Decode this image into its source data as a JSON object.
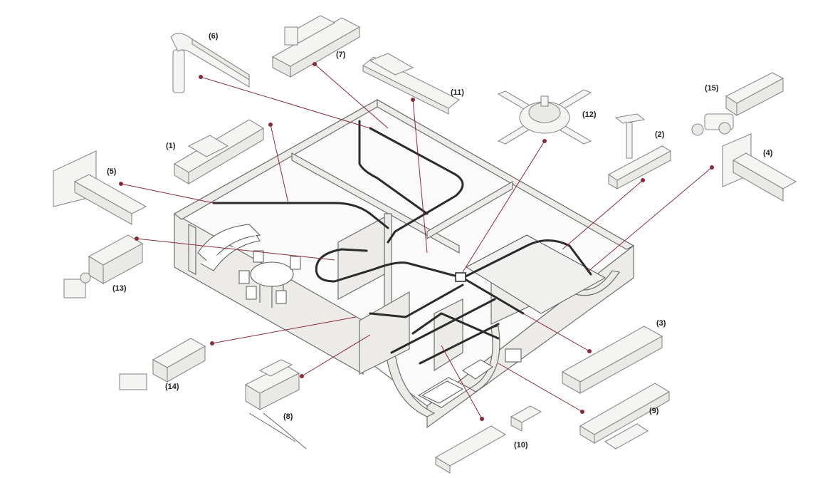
{
  "diagram": {
    "labels": [
      "(1)",
      "(2)",
      "(3)",
      "(4)",
      "(5)",
      "(6)",
      "(7)",
      "(8)",
      "(9)",
      "(10)",
      "(11)",
      "(12)",
      "(13)",
      "(14)",
      "(15)"
    ]
  }
}
